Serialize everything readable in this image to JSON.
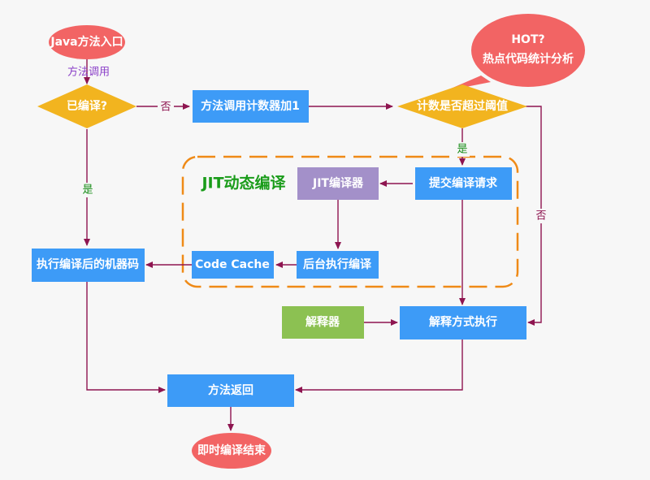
{
  "colors": {
    "blue": "#3d9bf7",
    "orange": "#f2b41f",
    "red": "#f26464",
    "purple": "#a390c9",
    "green": "#8cc152",
    "arrow": "#8e1550",
    "dashed": "#ef8a17",
    "group_title": "#1a9c1a",
    "label_purple": "#8a3fc8",
    "label_green": "#138a13",
    "label_maroon": "#8e1550"
  },
  "nodes": {
    "start": "Java方法入口",
    "compiled_check": "已编译?",
    "counter_inc": "方法调用计数器加1",
    "threshold_check": "计数是否超过阈值",
    "hot_line1": "HOT?",
    "hot_line2": "热点代码统计分析",
    "submit_request": "提交编译请求",
    "jit_compiler": "JIT编译器",
    "background_compile": "后台执行编译",
    "code_cache": "Code Cache",
    "exec_machine_code": "执行编译后的机器码",
    "interpreter": "解释器",
    "interpret_exec": "解释方式执行",
    "method_return": "方法返回",
    "end": "即时编译结束"
  },
  "group": {
    "title": "JIT动态编译"
  },
  "labels": {
    "method_call": "方法调用",
    "no_1": "否",
    "yes_1": "是",
    "yes_2": "是",
    "no_2": "否"
  }
}
